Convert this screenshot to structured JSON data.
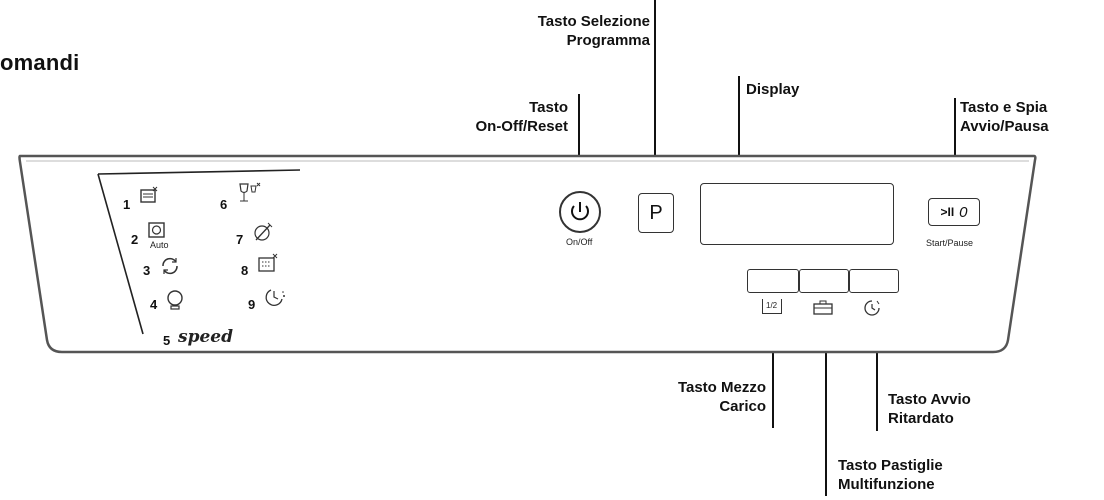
{
  "title": "omandi",
  "callouts": {
    "program": [
      "Tasto  Selezione",
      "Programma"
    ],
    "onoff": [
      "Tasto",
      "On-Off/Reset"
    ],
    "display": [
      "Display"
    ],
    "startpause": [
      "Tasto e Spia",
      "Avvio/Pausa"
    ],
    "halfload": [
      "Tasto  Mezzo",
      "Carico"
    ],
    "delay": [
      "Tasto  Avvio",
      "Ritardato"
    ],
    "tablets": [
      "Tasto  Pastiglie",
      "Multifunzione"
    ]
  },
  "panel": {
    "power_button_label": "On/Off",
    "program_button_glyph": "P",
    "start_button_glyph": ">II",
    "start_digit": "0",
    "start_button_label": "Start/Pause",
    "half_load_glyph": "1/2",
    "auto_label": "Auto",
    "speed_label": "speed",
    "programs": [
      "1",
      "2",
      "3",
      "4",
      "5",
      "6",
      "7",
      "8",
      "9"
    ]
  },
  "icons": {
    "power": "power-icon",
    "half_load": "half-load-icon",
    "tablet": "tablet-icon",
    "delay": "clock-icon"
  }
}
